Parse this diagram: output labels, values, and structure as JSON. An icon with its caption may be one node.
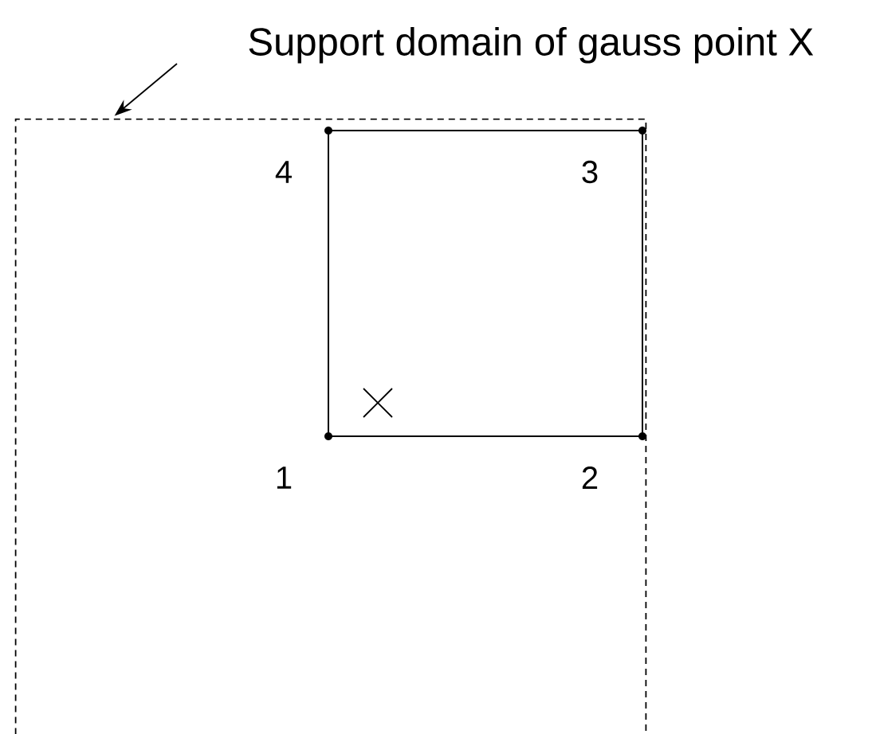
{
  "diagram": {
    "nodes": [
      {
        "text": [
          "Support domain of gauss point X"
        ]
      },
      {
        "text": [],
        "shape": "box"
      }
    ],
    "edges": [
      {
        "from": 0,
        "to": 1,
        "arrow": "to"
      }
    ],
    "labels": [
      "4",
      "3",
      "1",
      "2"
    ]
  }
}
